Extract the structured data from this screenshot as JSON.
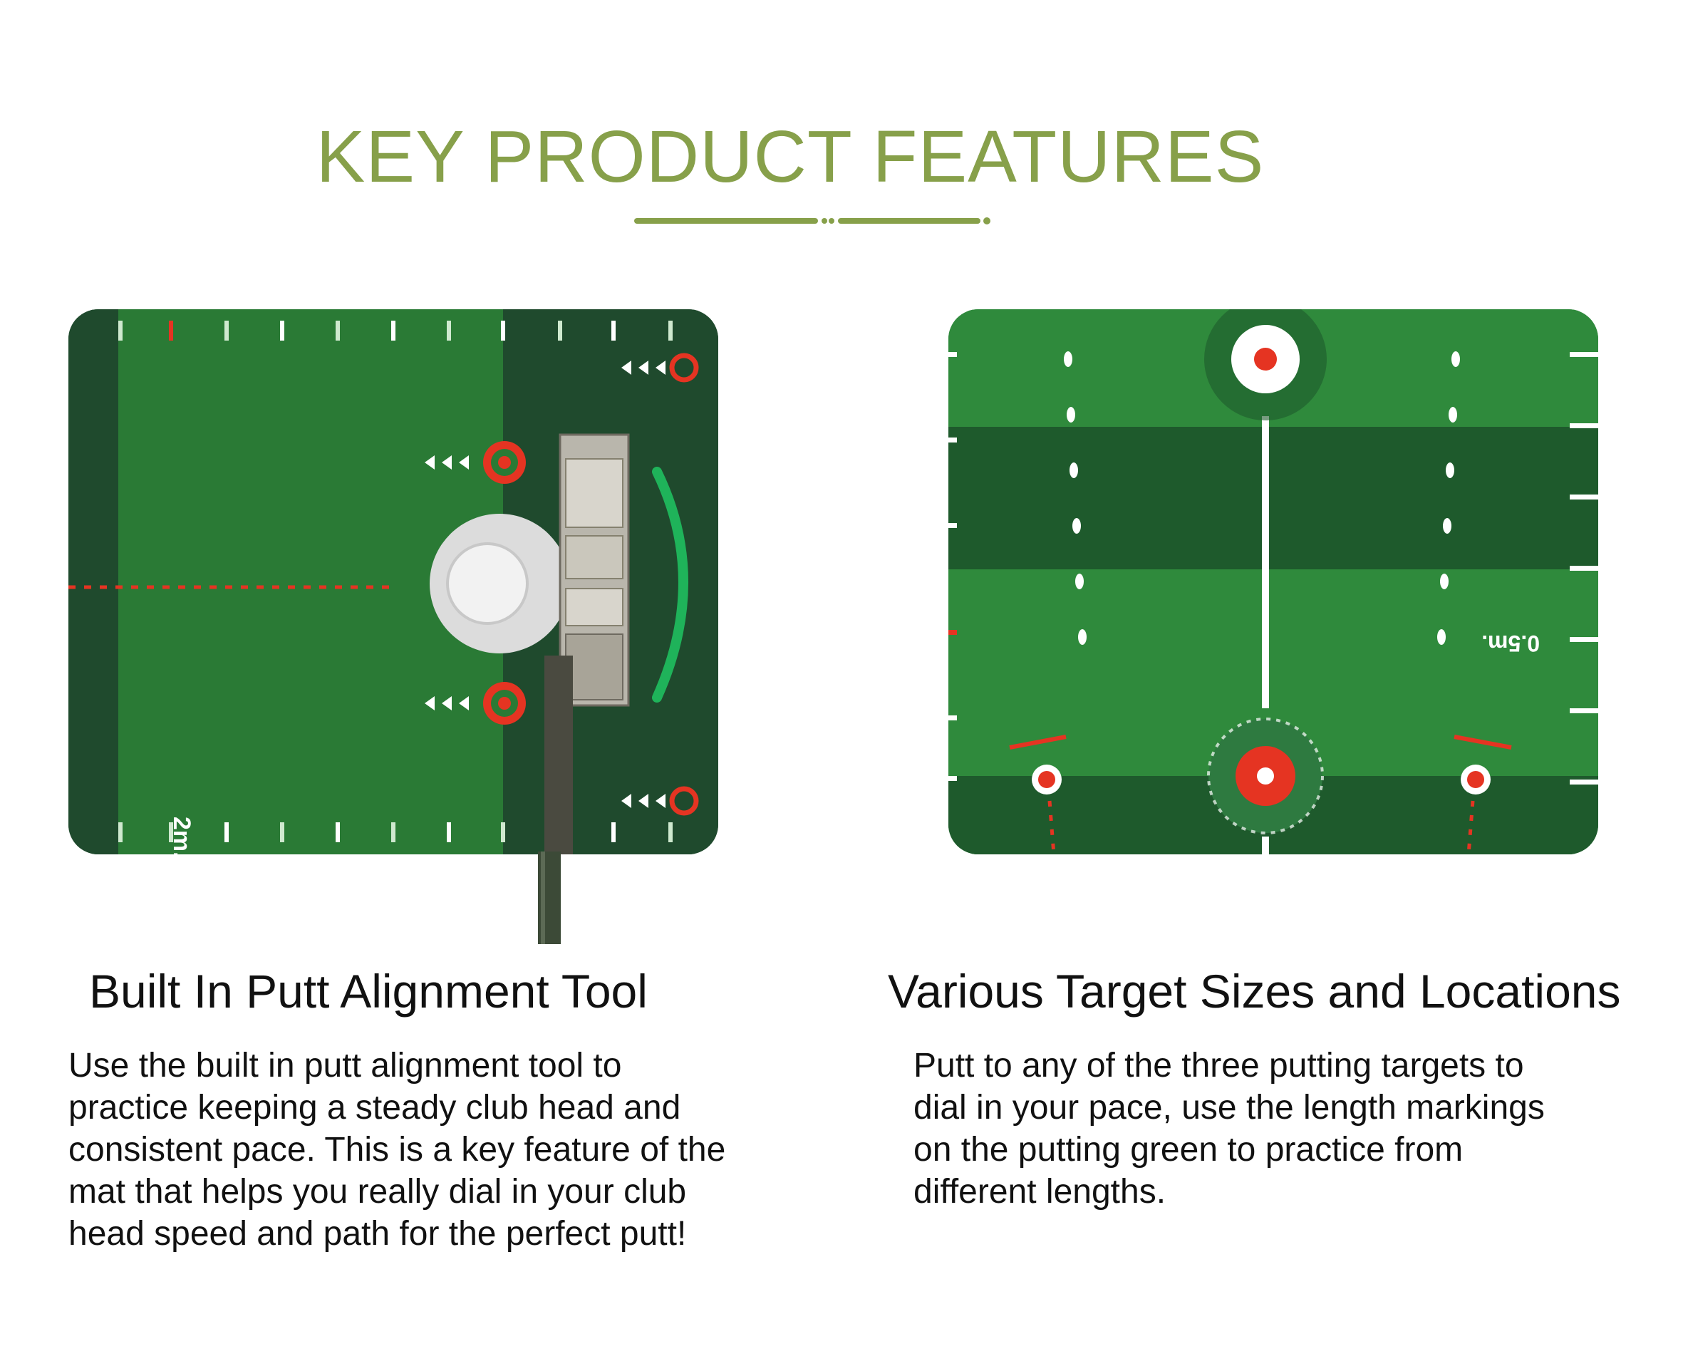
{
  "header": {
    "title": "KEY PRODUCT FEATURES"
  },
  "colors": {
    "accent": "#87a04a",
    "mat_dark": "#1f4a2d",
    "mat_green": "#2e8b3a",
    "target_red": "#e53422"
  },
  "features": [
    {
      "title": "Built In Putt Alignment Tool",
      "image_label": "2m.",
      "body_lines": [
        "Use the built in putt alignment tool to",
        "practice keeping a steady club head and",
        "consistent pace. This is a key feature of the",
        "mat that helps you really dial in your club",
        "head speed and path for the perfect putt!"
      ]
    },
    {
      "title": "Various Target Sizes and Locations",
      "image_label": "0.5m.",
      "body_lines": [
        "Putt to any of the three putting targets to",
        "dial in your pace, use the length markings",
        "on the putting green to practice from",
        "different lengths."
      ]
    }
  ]
}
